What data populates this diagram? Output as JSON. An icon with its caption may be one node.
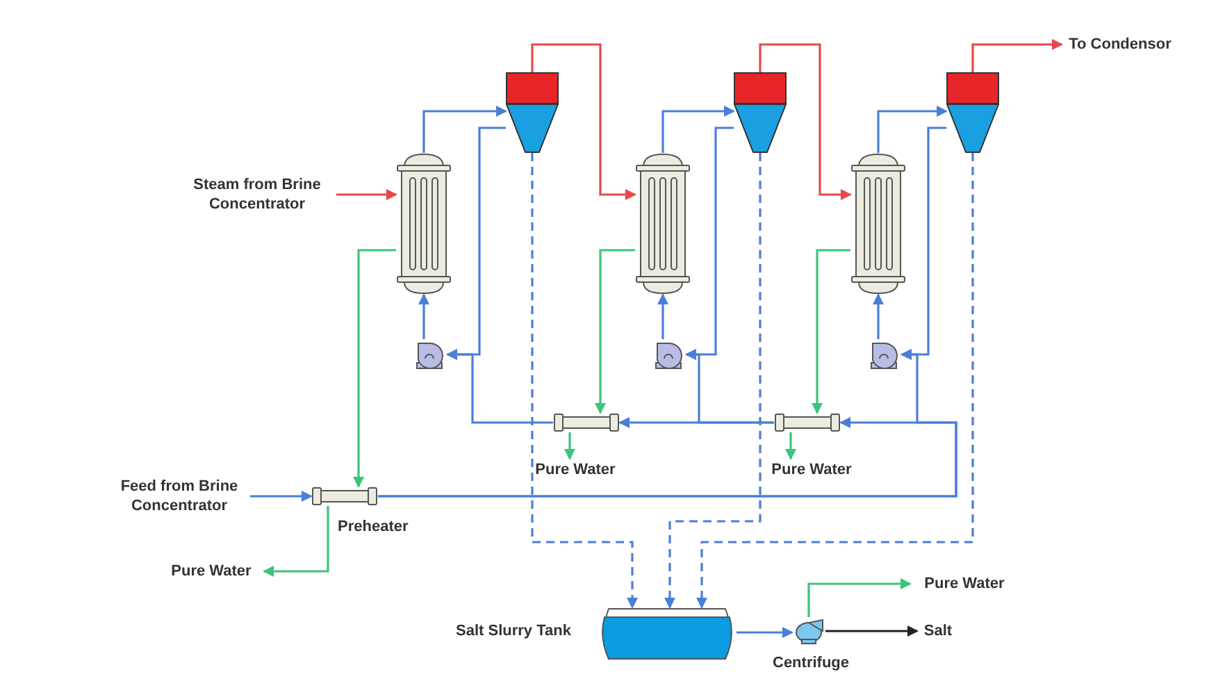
{
  "diagram": {
    "nodes": [
      {
        "text": [
          "Steam from Brine Concentrator"
        ]
      },
      {
        "text": [],
        "shape": "cone"
      },
      {
        "text": [],
        "shape": "cone"
      },
      {
        "text": [],
        "shape": "cone"
      },
      {
        "text": [],
        "shape": "cylinder"
      },
      {
        "text": [],
        "shape": "cylinder"
      },
      {
        "text": [],
        "shape": "cylinder"
      },
      {
        "text": [],
        "shape": "pump"
      },
      {
        "text": [],
        "shape": "pump"
      },
      {
        "text": [],
        "shape": "pump"
      },
      {
        "text": [],
        "shape": "tube"
      },
      {
        "text": [
          "Pure Water"
        ]
      },
      {
        "text": [],
        "shape": "tube"
      },
      {
        "text": [
          "Pure Water"
        ]
      },
      {
        "text": [
          "Feed from Brine Concentrator"
        ]
      },
      {
        "text": [],
        "shape": "tube",
        "beside": [
          "Preheater"
        ]
      },
      {
        "text": [
          "Pure Water"
        ]
      },
      {
        "text": [],
        "shape": "tank",
        "beside": [
          "Salt Slurry Tank"
        ]
      },
      {
        "text": [],
        "shape": "centrifuge",
        "beside": [
          "Centrifuge"
        ]
      },
      {
        "text": [
          "Pure Water"
        ]
      },
      {
        "text": [
          "Salt"
        ]
      },
      {
        "text": [
          "To Condensor"
        ]
      }
    ],
    "edges": [
      {
        "from": 0,
        "to": 4,
        "arrow": "to",
        "color": "#e8474b"
      },
      {
        "from": 1,
        "to": 5,
        "arrow": "to",
        "color": "#e8474b"
      },
      {
        "from": 2,
        "to": 6,
        "arrow": "to",
        "color": "#e8474b"
      },
      {
        "from": 3,
        "to": 21,
        "arrow": "to",
        "color": "#e8474b"
      },
      {
        "from": 4,
        "to": 1,
        "arrow": "to"
      },
      {
        "from": 5,
        "to": 2,
        "arrow": "to"
      },
      {
        "from": 6,
        "to": 3,
        "arrow": "to"
      },
      {
        "from": 1,
        "to": 7,
        "arrow": "to"
      },
      {
        "from": 2,
        "to": 8,
        "arrow": "to"
      },
      {
        "from": 3,
        "to": 9,
        "arrow": "to"
      },
      {
        "from": 7,
        "to": 4,
        "arrow": "to"
      },
      {
        "from": 8,
        "to": 5,
        "arrow": "to"
      },
      {
        "from": 9,
        "to": 6,
        "arrow": "to"
      },
      {
        "from": 4,
        "to": 15,
        "arrow": "to",
        "color": "#3cc47c"
      },
      {
        "from": 5,
        "to": 10,
        "arrow": "to",
        "color": "#3cc47c"
      },
      {
        "from": 6,
        "to": 12,
        "arrow": "to",
        "color": "#3cc47c"
      },
      {
        "from": 10,
        "to": 11,
        "arrow": "to",
        "color": "#3cc47c"
      },
      {
        "from": 12,
        "to": 13,
        "arrow": "to",
        "color": "#3cc47c"
      },
      {
        "from": 15,
        "to": 16,
        "arrow": "to",
        "color": "#3cc47c"
      },
      {
        "from": 14,
        "to": 15,
        "arrow": "to"
      },
      {
        "from": 15,
        "to": 12,
        "arrow": "to"
      },
      {
        "from": 15,
        "to": 9,
        "arrow": "to"
      },
      {
        "from": 12,
        "to": 8,
        "arrow": "to"
      },
      {
        "from": 12,
        "to": 10,
        "arrow": "to"
      },
      {
        "from": 10,
        "to": 7,
        "arrow": "to"
      },
      {
        "from": 1,
        "to": 17,
        "arrow": "to",
        "style": "dashed"
      },
      {
        "from": 2,
        "to": 17,
        "arrow": "to",
        "style": "dashed"
      },
      {
        "from": 3,
        "to": 17,
        "arrow": "to",
        "style": "dashed"
      },
      {
        "from": 17,
        "to": 18,
        "arrow": "to"
      },
      {
        "from": 18,
        "to": 19,
        "arrow": "to",
        "color": "#3cc47c"
      },
      {
        "from": 18,
        "to": 20,
        "arrow": "to",
        "color": "#222222"
      }
    ]
  }
}
